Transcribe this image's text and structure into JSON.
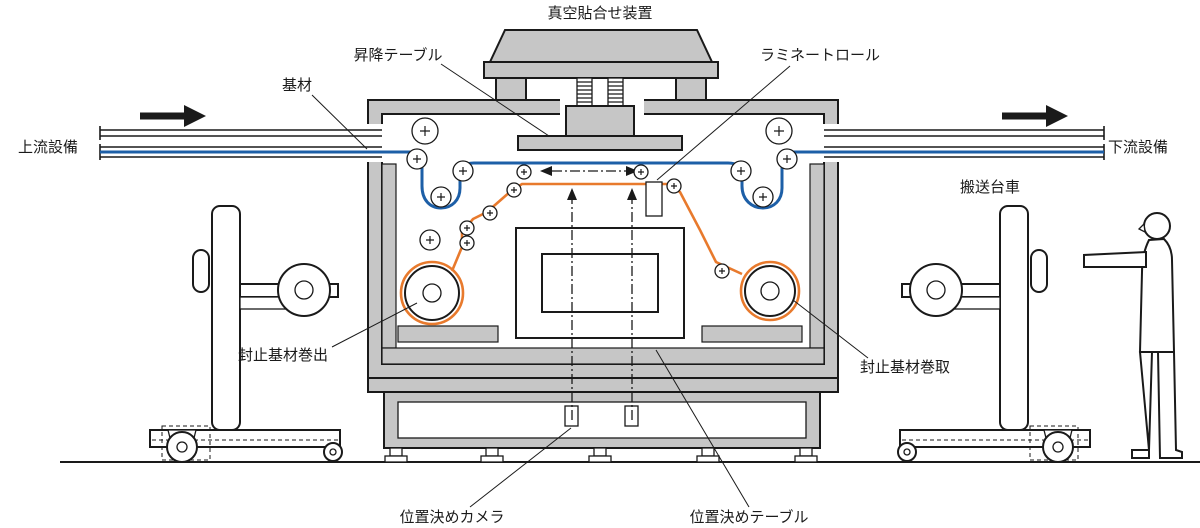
{
  "colors": {
    "substrate_blue": "#1d5fa7",
    "sealing_orange": "#e87a2d",
    "machine_gray": "#c6c6c6"
  },
  "labels": {
    "vacuum_device": "真空貼合せ装置",
    "lift_table": "昇降テーブル",
    "substrate": "基材",
    "laminate_roll": "ラミネートロール",
    "upstream": "上流設備",
    "downstream": "下流設備",
    "transport_cart": "搬送台車",
    "seal_unwind": "封止基材巻出",
    "seal_rewind": "封止基材巻取",
    "positioning_camera": "位置決めカメラ",
    "positioning_table": "位置決めテーブル"
  }
}
